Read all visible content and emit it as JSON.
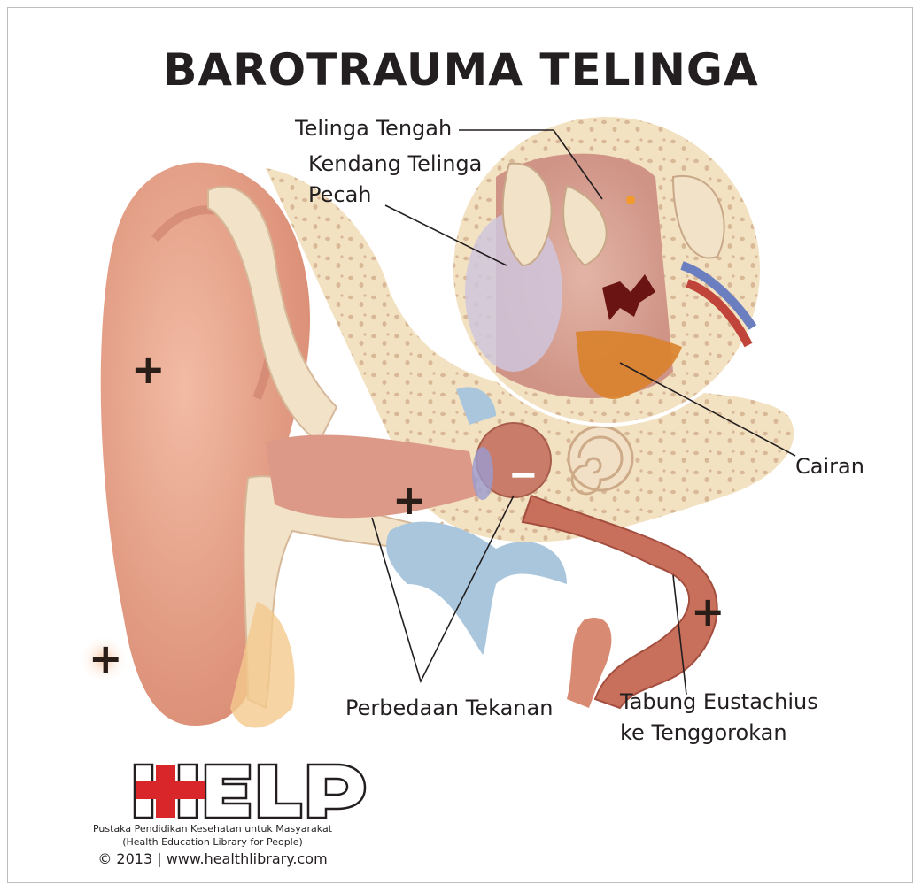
{
  "title": "BAROTRAUMA TELINGA",
  "labels": {
    "middle_ear": "Telinga Tengah",
    "eardrum_line1": "Kendang Telinga",
    "eardrum_line2": "Pecah",
    "fluid": "Cairan",
    "pressure_difference": "Perbedaan Tekanan",
    "eustachian_line1": "Tabung Eustachius",
    "eustachian_line2": "ke Tenggorokan"
  },
  "pressure_signs": {
    "plus": "+",
    "minus": "−"
  },
  "logo": {
    "wordmark": "HELP",
    "subtitle": "Pustaka Pendidikan Kesehatan untuk Masyarakat",
    "subtitle_en": "(Health Education Library for People)",
    "copyright": "© 2013 | www.healthlibrary.com"
  },
  "colors": {
    "skin": "#e9a48c",
    "bone": "#f3e2c2",
    "fluid": "#d9822b",
    "cross": "#d9262a"
  }
}
